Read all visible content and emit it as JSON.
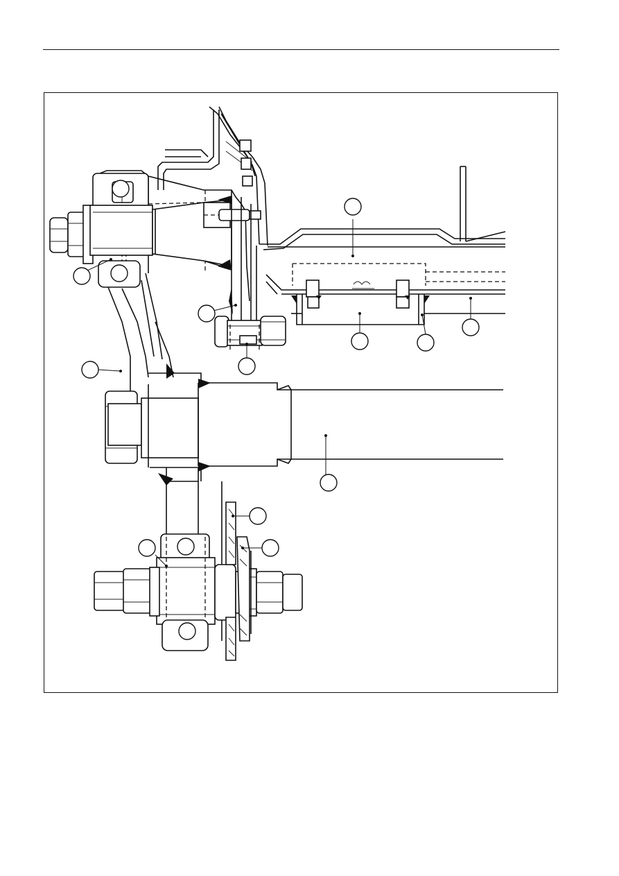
{
  "callouts": [
    {
      "id": "c1",
      "label": ""
    },
    {
      "id": "c2",
      "label": ""
    },
    {
      "id": "c3",
      "label": ""
    },
    {
      "id": "c4",
      "label": ""
    },
    {
      "id": "c5",
      "label": ""
    },
    {
      "id": "c6",
      "label": ""
    },
    {
      "id": "c7",
      "label": ""
    },
    {
      "id": "c8",
      "label": ""
    },
    {
      "id": "c9",
      "label": ""
    },
    {
      "id": "c10",
      "label": ""
    },
    {
      "id": "c11",
      "label": ""
    },
    {
      "id": "c12",
      "label": ""
    },
    {
      "id": "c13",
      "label": ""
    },
    {
      "id": "c14",
      "label": ""
    },
    {
      "id": "c15",
      "label": ""
    }
  ],
  "colors": {
    "ink": "#111111",
    "paper": "#ffffff"
  }
}
